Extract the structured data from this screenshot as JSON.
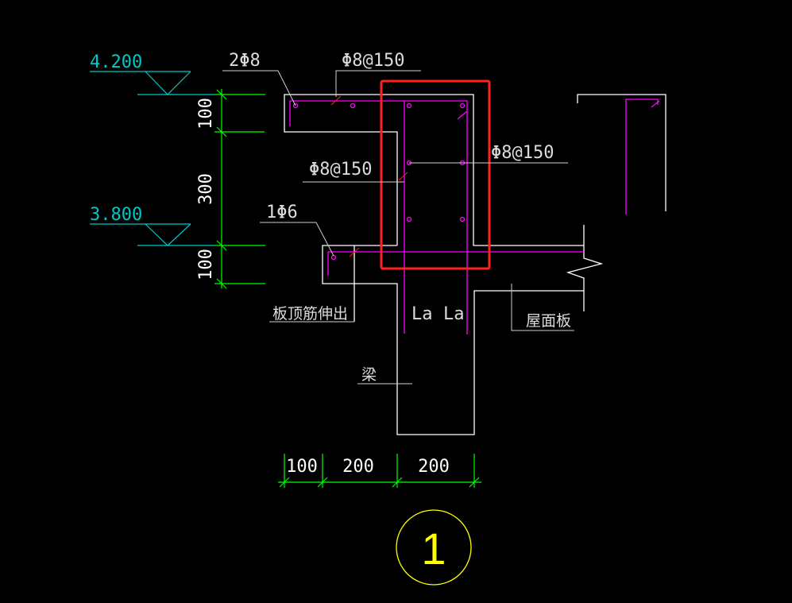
{
  "drawing": {
    "elevations": [
      "4.200",
      "3.800"
    ],
    "vertical_dims": [
      "100",
      "300",
      "100"
    ],
    "horizontal_dims": [
      "100",
      "200",
      "200"
    ],
    "labels": {
      "top_bars": "2Φ8",
      "stirrup_top": "Φ8@150",
      "stirrup_mid": "Φ8@150",
      "stirrup_right": "Φ8@150",
      "lower_bar": "1Φ6",
      "slab_top_bar": "板顶筋伸出",
      "anchor_left": "La",
      "anchor_right": "La",
      "roof_slab": "屋面板",
      "beam": "梁"
    },
    "detail_number": "1",
    "colors": {
      "background": "#000000",
      "outline": "#ffffff",
      "rebar": "#ff00ff",
      "dimension": "#00ff00",
      "elevation": "#00c8c8",
      "highlight": "#ff2020",
      "detail_circle": "#ffff00"
    }
  }
}
